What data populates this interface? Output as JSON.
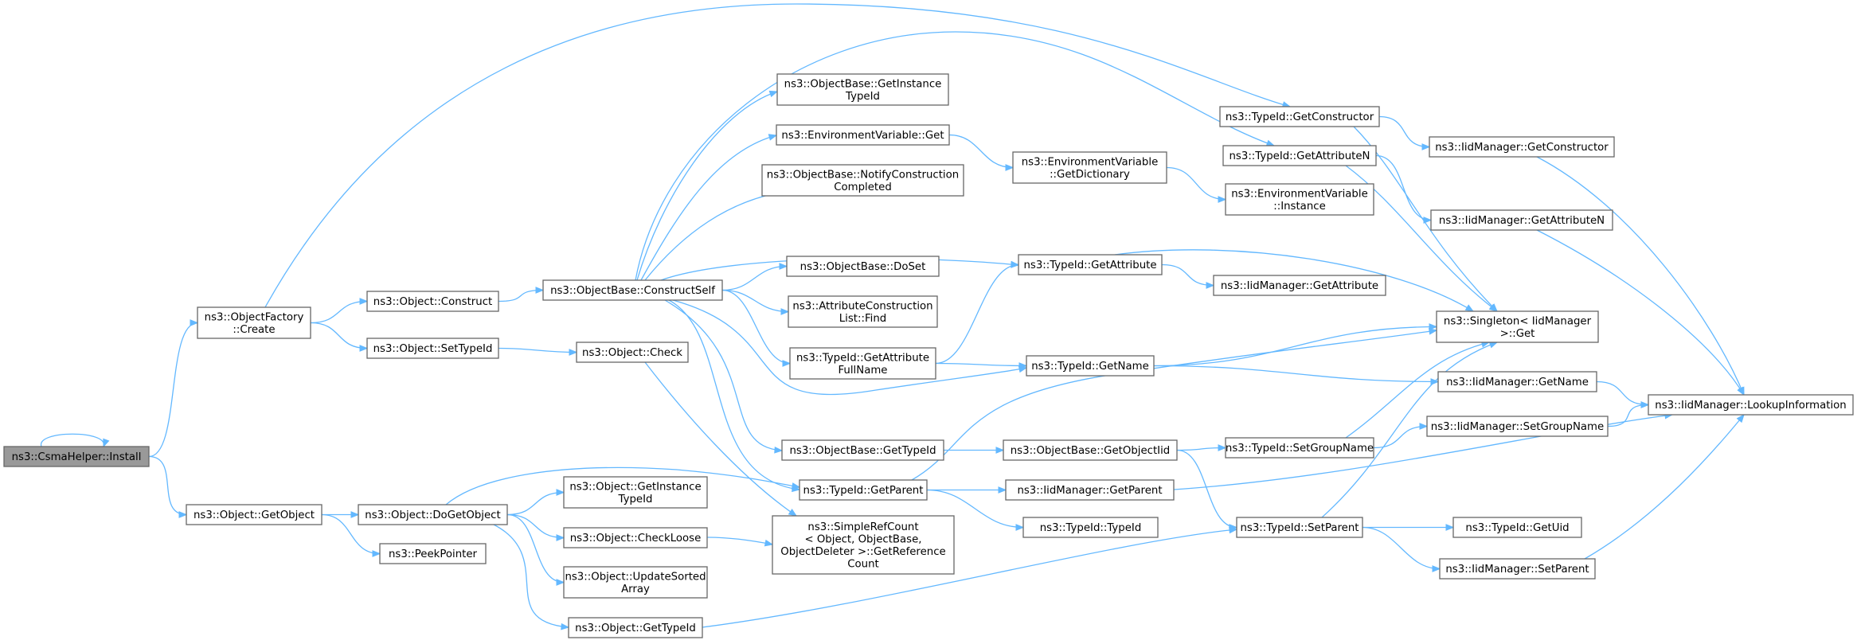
{
  "diagram": {
    "type": "call-graph",
    "colors": {
      "edge": "#63b8ff",
      "node_border": "#666666",
      "root_fill": "#999999"
    },
    "nodes": [
      {
        "id": "install",
        "lines": [
          "ns3::CsmaHelper::Install"
        ],
        "root": true
      },
      {
        "id": "objfactory_create",
        "lines": [
          "ns3::ObjectFactory",
          "::Create"
        ]
      },
      {
        "id": "object_getobject",
        "lines": [
          "ns3::Object::GetObject"
        ]
      },
      {
        "id": "object_construct",
        "lines": [
          "ns3::Object::Construct"
        ]
      },
      {
        "id": "object_settypeid",
        "lines": [
          "ns3::Object::SetTypeId"
        ]
      },
      {
        "id": "object_dogetobject",
        "lines": [
          "ns3::Object::DoGetObject"
        ]
      },
      {
        "id": "peekpointer",
        "lines": [
          "ns3::PeekPointer"
        ]
      },
      {
        "id": "objectbase_constructself",
        "lines": [
          "ns3::ObjectBase::ConstructSelf"
        ]
      },
      {
        "id": "object_check",
        "lines": [
          "ns3::Object::Check"
        ]
      },
      {
        "id": "object_getinstancetypeid",
        "lines": [
          "ns3::Object::GetInstance",
          "TypeId"
        ]
      },
      {
        "id": "object_checkloose",
        "lines": [
          "ns3::Object::CheckLoose"
        ]
      },
      {
        "id": "object_updatesortedarray",
        "lines": [
          "ns3::Object::UpdateSorted",
          "Array"
        ]
      },
      {
        "id": "object_gettypeid",
        "lines": [
          "ns3::Object::GetTypeId"
        ]
      },
      {
        "id": "ob_getinstancetypeid",
        "lines": [
          "ns3::ObjectBase::GetInstance",
          "TypeId"
        ]
      },
      {
        "id": "envvar_get",
        "lines": [
          "ns3::EnvironmentVariable::Get"
        ]
      },
      {
        "id": "ob_notifyconstruction",
        "lines": [
          "ns3::ObjectBase::NotifyConstruction",
          "Completed"
        ]
      },
      {
        "id": "ob_doset",
        "lines": [
          "ns3::ObjectBase::DoSet"
        ]
      },
      {
        "id": "attrconstructionlist_find",
        "lines": [
          "ns3::AttributeConstruction",
          "List::Find"
        ]
      },
      {
        "id": "typeid_getattributefullname",
        "lines": [
          "ns3::TypeId::GetAttribute",
          "FullName"
        ]
      },
      {
        "id": "ob_gettypeid",
        "lines": [
          "ns3::ObjectBase::GetTypeId"
        ]
      },
      {
        "id": "typeid_getparent",
        "lines": [
          "ns3::TypeId::GetParent"
        ]
      },
      {
        "id": "simplerefcount",
        "lines": [
          "ns3::SimpleRefCount",
          "< Object, ObjectBase,",
          "ObjectDeleter >::GetReference",
          "Count"
        ]
      },
      {
        "id": "envvar_getdictionary",
        "lines": [
          "ns3::EnvironmentVariable",
          "::GetDictionary"
        ]
      },
      {
        "id": "typeid_getattribute",
        "lines": [
          "ns3::TypeId::GetAttribute"
        ]
      },
      {
        "id": "typeid_getname",
        "lines": [
          "ns3::TypeId::GetName"
        ]
      },
      {
        "id": "ob_getobjectiid",
        "lines": [
          "ns3::ObjectBase::GetObjectIid"
        ]
      },
      {
        "id": "iidmanager_getparent",
        "lines": [
          "ns3::IidManager::GetParent"
        ]
      },
      {
        "id": "typeid_typeid",
        "lines": [
          "ns3::TypeId::TypeId"
        ]
      },
      {
        "id": "typeid_getconstructor",
        "lines": [
          "ns3::TypeId::GetConstructor"
        ]
      },
      {
        "id": "typeid_getattributen",
        "lines": [
          "ns3::TypeId::GetAttributeN"
        ]
      },
      {
        "id": "envvar_instance",
        "lines": [
          "ns3::EnvironmentVariable",
          "::Instance"
        ]
      },
      {
        "id": "iidmanager_getattribute",
        "lines": [
          "ns3::IidManager::GetAttribute"
        ]
      },
      {
        "id": "typeid_setgroupname",
        "lines": [
          "ns3::TypeId::SetGroupName"
        ]
      },
      {
        "id": "typeid_setparent",
        "lines": [
          "ns3::TypeId::SetParent"
        ]
      },
      {
        "id": "iidmanager_getconstructor",
        "lines": [
          "ns3::IidManager::GetConstructor"
        ]
      },
      {
        "id": "iidmanager_getattributen",
        "lines": [
          "ns3::IidManager::GetAttributeN"
        ]
      },
      {
        "id": "singleton_get",
        "lines": [
          "ns3::Singleton< IidManager",
          ">::Get"
        ]
      },
      {
        "id": "iidmanager_getname",
        "lines": [
          "ns3::IidManager::GetName"
        ]
      },
      {
        "id": "iidmanager_setgroupname",
        "lines": [
          "ns3::IidManager::SetGroupName"
        ]
      },
      {
        "id": "typeid_getuid",
        "lines": [
          "ns3::TypeId::GetUid"
        ]
      },
      {
        "id": "iidmanager_setparent",
        "lines": [
          "ns3::IidManager::SetParent"
        ]
      },
      {
        "id": "iidmanager_lookupinformation",
        "lines": [
          "ns3::IidManager::LookupInformation"
        ]
      }
    ],
    "edges": [
      [
        "install",
        "install"
      ],
      [
        "install",
        "objfactory_create"
      ],
      [
        "install",
        "object_getobject"
      ],
      [
        "objfactory_create",
        "object_construct"
      ],
      [
        "objfactory_create",
        "object_settypeid"
      ],
      [
        "objfactory_create",
        "typeid_getconstructor"
      ],
      [
        "object_getobject",
        "object_dogetobject"
      ],
      [
        "object_getobject",
        "peekpointer"
      ],
      [
        "object_construct",
        "objectbase_constructself"
      ],
      [
        "object_settypeid",
        "object_check"
      ],
      [
        "object_check",
        "simplerefcount"
      ],
      [
        "object_dogetobject",
        "object_getinstancetypeid"
      ],
      [
        "object_dogetobject",
        "object_checkloose"
      ],
      [
        "object_dogetobject",
        "object_updatesortedarray"
      ],
      [
        "object_dogetobject",
        "object_gettypeid"
      ],
      [
        "object_dogetobject",
        "typeid_getparent"
      ],
      [
        "object_checkloose",
        "simplerefcount"
      ],
      [
        "object_gettypeid",
        "typeid_setparent"
      ],
      [
        "objectbase_constructself",
        "ob_getinstancetypeid"
      ],
      [
        "objectbase_constructself",
        "envvar_get"
      ],
      [
        "objectbase_constructself",
        "ob_notifyconstruction"
      ],
      [
        "objectbase_constructself",
        "ob_doset"
      ],
      [
        "objectbase_constructself",
        "attrconstructionlist_find"
      ],
      [
        "objectbase_constructself",
        "typeid_getattributefullname"
      ],
      [
        "objectbase_constructself",
        "ob_gettypeid"
      ],
      [
        "objectbase_constructself",
        "typeid_getparent"
      ],
      [
        "objectbase_constructself",
        "typeid_getname"
      ],
      [
        "objectbase_constructself",
        "typeid_getattribute"
      ],
      [
        "objectbase_constructself",
        "typeid_getattributen"
      ],
      [
        "envvar_get",
        "envvar_getdictionary"
      ],
      [
        "envvar_getdictionary",
        "envvar_instance"
      ],
      [
        "typeid_getattributefullname",
        "typeid_getattribute"
      ],
      [
        "typeid_getattributefullname",
        "typeid_getname"
      ],
      [
        "ob_gettypeid",
        "ob_getobjectiid"
      ],
      [
        "typeid_getparent",
        "iidmanager_getparent"
      ],
      [
        "typeid_getparent",
        "typeid_typeid"
      ],
      [
        "typeid_getparent",
        "singleton_get"
      ],
      [
        "ob_getobjectiid",
        "typeid_setgroupname"
      ],
      [
        "ob_getobjectiid",
        "typeid_setparent"
      ],
      [
        "typeid_getattribute",
        "iidmanager_getattribute"
      ],
      [
        "typeid_getattribute",
        "singleton_get"
      ],
      [
        "typeid_getname",
        "singleton_get"
      ],
      [
        "typeid_getname",
        "iidmanager_getname"
      ],
      [
        "iidmanager_getparent",
        "iidmanager_lookupinformation"
      ],
      [
        "typeid_getconstructor",
        "iidmanager_getconstructor"
      ],
      [
        "typeid_getconstructor",
        "singleton_get"
      ],
      [
        "typeid_getattributen",
        "iidmanager_getattributen"
      ],
      [
        "typeid_getattributen",
        "singleton_get"
      ],
      [
        "typeid_setgroupname",
        "singleton_get"
      ],
      [
        "typeid_setgroupname",
        "iidmanager_setgroupname"
      ],
      [
        "typeid_setparent",
        "singleton_get"
      ],
      [
        "typeid_setparent",
        "typeid_getuid"
      ],
      [
        "typeid_setparent",
        "iidmanager_setparent"
      ],
      [
        "iidmanager_getconstructor",
        "iidmanager_lookupinformation"
      ],
      [
        "iidmanager_getattributen",
        "iidmanager_lookupinformation"
      ],
      [
        "iidmanager_getname",
        "iidmanager_lookupinformation"
      ],
      [
        "iidmanager_setgroupname",
        "iidmanager_lookupinformation"
      ],
      [
        "iidmanager_setparent",
        "iidmanager_lookupinformation"
      ]
    ]
  }
}
